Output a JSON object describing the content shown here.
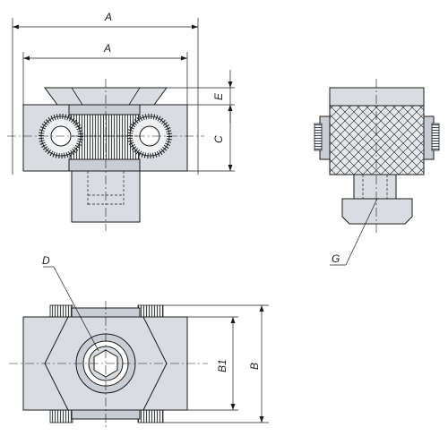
{
  "labels": {
    "A_outer": "A",
    "A_inner": "A",
    "E": "E",
    "C": "C",
    "G": "G",
    "D": "D",
    "B1": "B1",
    "B": "B"
  }
}
